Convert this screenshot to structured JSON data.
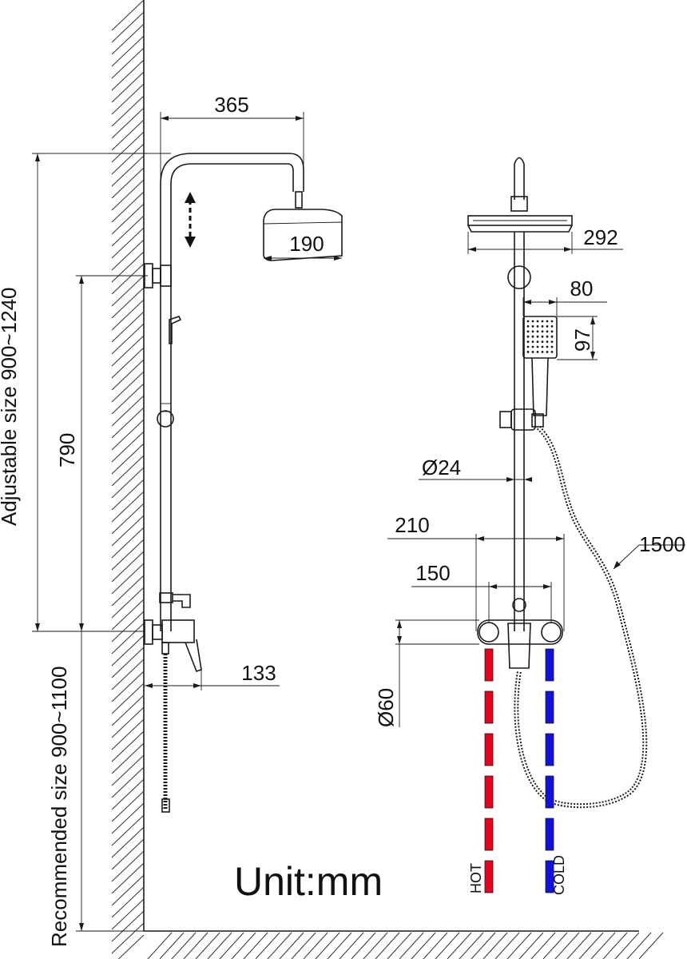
{
  "dimensions": {
    "arm_reach": "365",
    "head_side": "190",
    "head_front": "292",
    "handshower_width": "80",
    "handshower_height": "97",
    "rail_diameter": "Ø24",
    "inlet_centers_max": "210",
    "inlet_centers_min": "150",
    "hose_length": "1500",
    "flange_diameter": "Ø60",
    "mixer_projection": "133",
    "rail_length": "790"
  },
  "labels": {
    "adjustable": "Adjustable size 900~1240",
    "recommended": "Recommended size 900~1100",
    "unit": "Unit:mm",
    "hot": "HOT",
    "cold": "COLD"
  },
  "colors": {
    "hot": "#e8001c",
    "cold": "#1010e0",
    "line": "#1a1a1a"
  },
  "icons": [
    "up-down-arrow-icon"
  ]
}
